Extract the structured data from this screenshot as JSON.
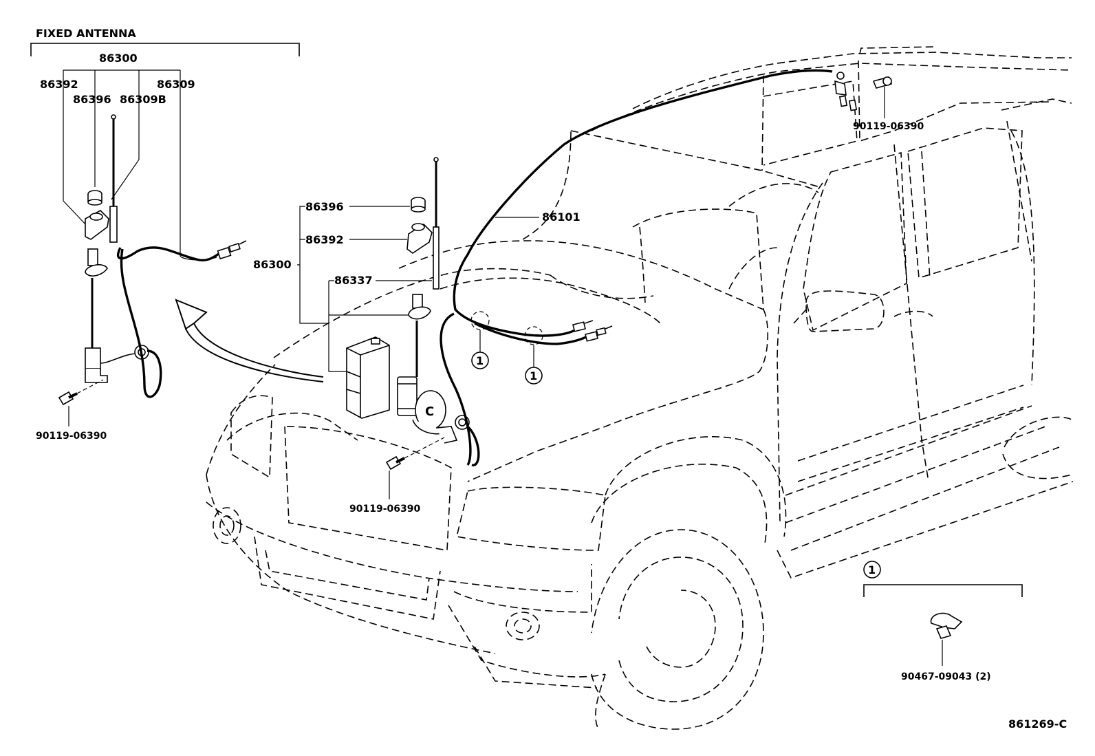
{
  "section_title": "FIXED ANTENNA",
  "fixed_antenna_labels": {
    "assembly": "86300",
    "base_pad": "86392",
    "nut": "86396",
    "mast_b": "86309B",
    "mast": "86309",
    "bolt": "90119-06390"
  },
  "center_labels": {
    "nut": "86396",
    "base_pad": "86392",
    "assembly": "86300",
    "relay": "86337",
    "bolt": "90119-06390"
  },
  "cable_label": "86101",
  "roof_bolt_label": "90119-06390",
  "clamp_callout": "1",
  "clamp_part_label": "90467-09043 (2)",
  "figure_code": "861269-C"
}
